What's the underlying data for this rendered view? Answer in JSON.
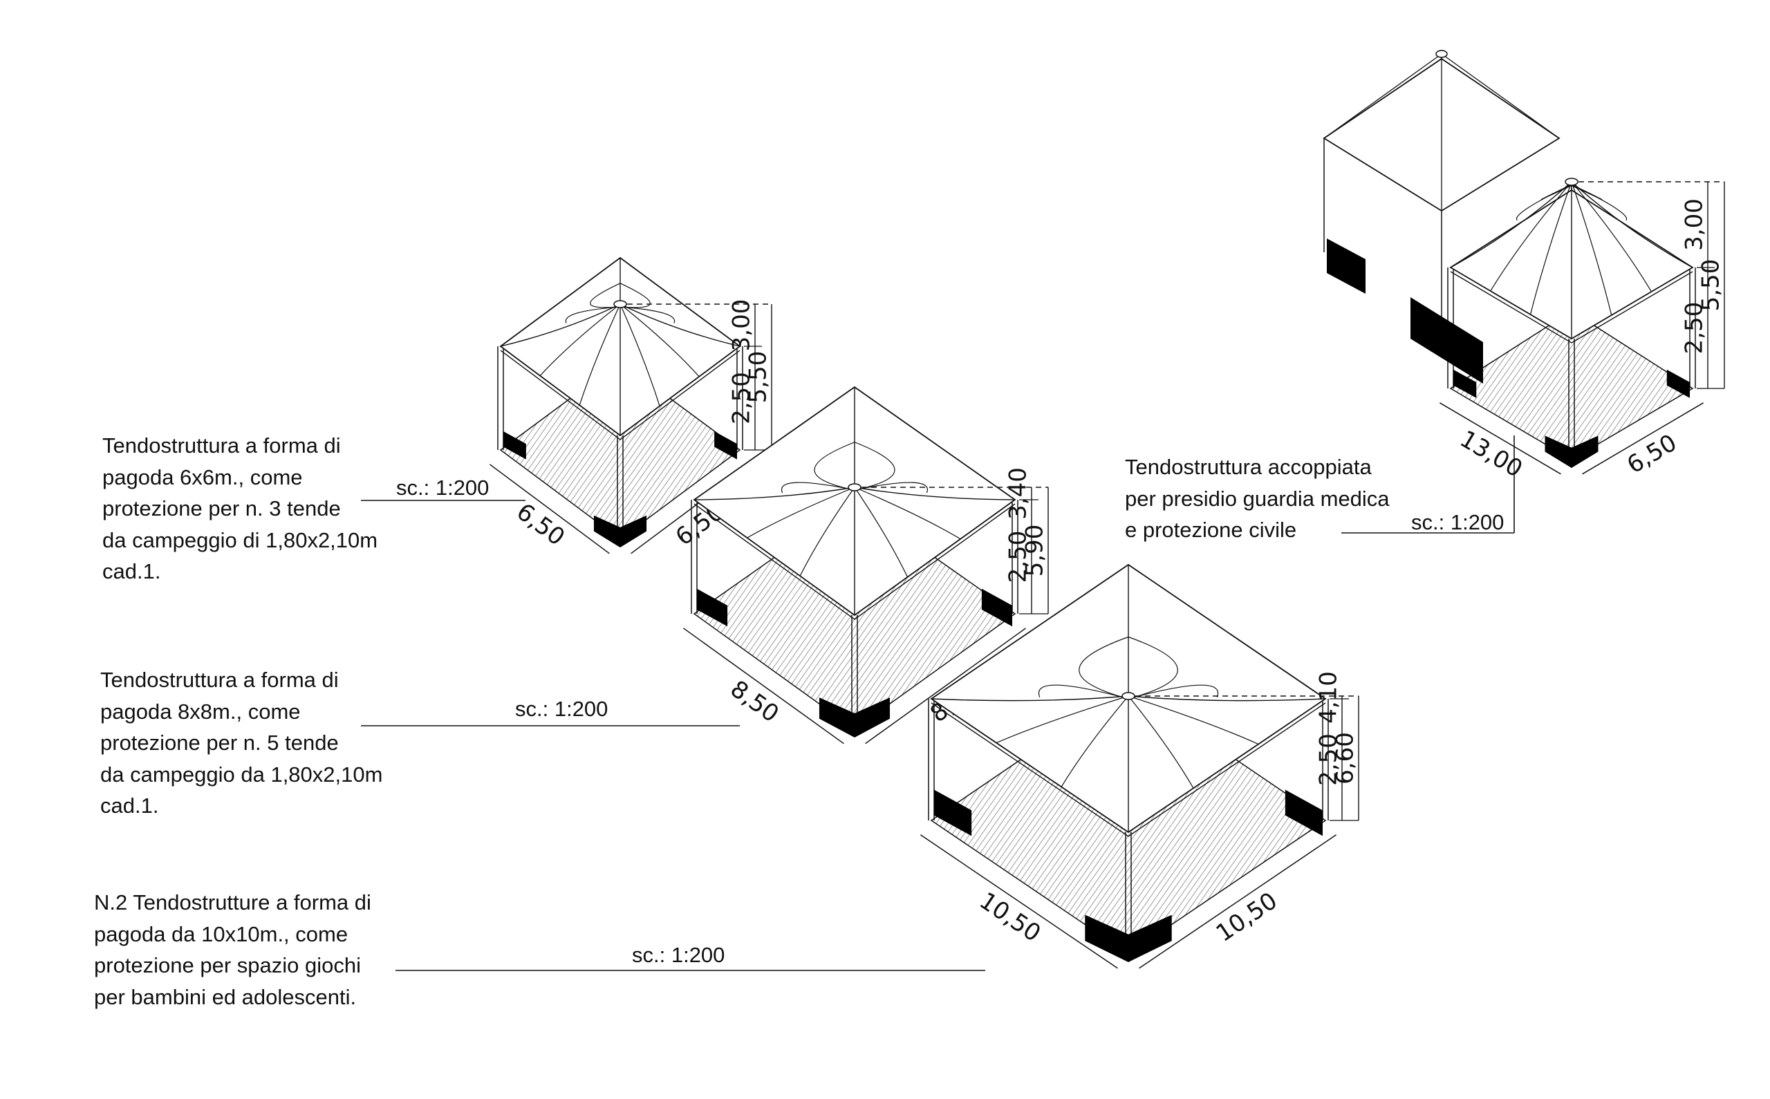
{
  "drawing": {
    "line_color": "#111111",
    "hatch_color": "#666666",
    "fill_color": "#000000"
  },
  "annotations": [
    {
      "id": "pagoda-6x6",
      "description": "Tendostruttura a forma di\npagoda 6x6m., come\nprotezione per n. 3 tende\nda campeggio di 1,80x2,10m\ncad.1.",
      "scale": "sc.: 1:200"
    },
    {
      "id": "pagoda-8x8",
      "description": "Tendostruttura a forma di\npagoda 8x8m., come\nprotezione per n. 5 tende\nda campeggio da 1,80x2,10m\ncad.1.",
      "scale": "sc.: 1:200"
    },
    {
      "id": "pagoda-10x10",
      "description": "N.2 Tendostrutture a forma di\npagoda da 10x10m., come\nprotezione per spazio giochi\nper bambini ed adolescenti.",
      "scale": "sc.: 1:200"
    },
    {
      "id": "coupled",
      "description": "Tendostruttura accoppiata\nper presidio guardia medica\ne protezione civile",
      "scale": "sc.: 1:200"
    }
  ],
  "tents": [
    {
      "id": "tent-6x6",
      "side_left": "6,50",
      "side_right": "6,50",
      "h_roof": "3,00",
      "h_wall": "2,50",
      "h_total": "5,50"
    },
    {
      "id": "tent-8x8",
      "side_left": "8,50",
      "side_right": "8,50",
      "h_roof": "3,40",
      "h_wall": "2,50",
      "h_total": "5,90"
    },
    {
      "id": "tent-10x10",
      "side_left": "10,50",
      "side_right": "10,50",
      "h_roof": "4,10",
      "h_wall": "2,50",
      "h_total": "6,60"
    },
    {
      "id": "tent-coupled",
      "side_left": "13,00",
      "side_right": "6,50",
      "h_roof": "3,00",
      "h_wall": "2,50",
      "h_total": "5,50"
    }
  ]
}
